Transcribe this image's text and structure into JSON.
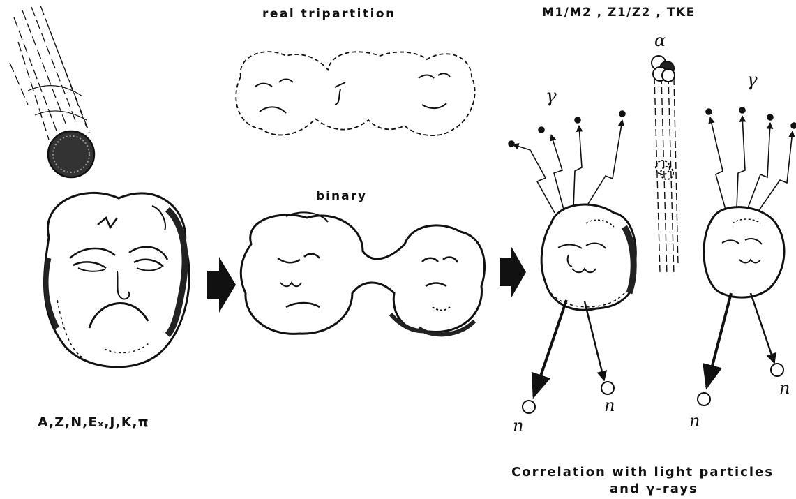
{
  "labels": {
    "real_tripartition": "real tripartition",
    "mass_charge_energy": "M1/M2 , Z1/Z2 , TKE",
    "binary": "binary",
    "nucleus_parameters": "A,Z,N,Eₓ,J,K,π",
    "correlation_line1": "Correlation with light particles",
    "correlation_line2": "and γ-rays"
  },
  "symbols": {
    "alpha": "α",
    "gamma": "γ",
    "neutron": "n"
  },
  "colors": {
    "ink": "#111111",
    "background": "#ffffff"
  }
}
